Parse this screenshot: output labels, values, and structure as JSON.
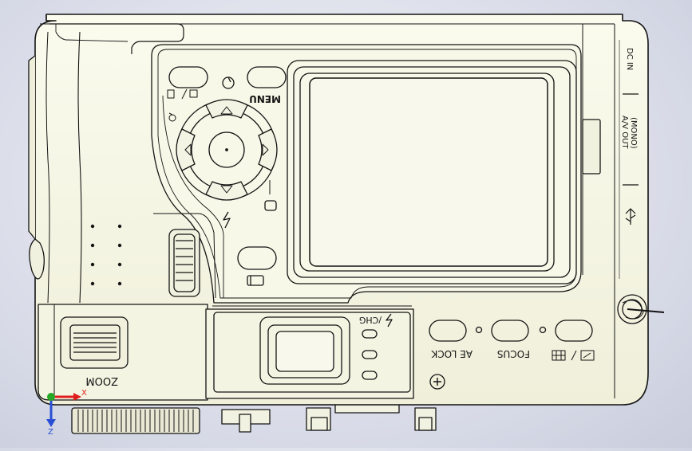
{
  "colors": {
    "body_fill": "#f6f6e4",
    "stroke": "#141414",
    "screen_fill": "#f8f8ec",
    "triad_x": "#e01e1e",
    "triad_y": "#26a826",
    "triad_z": "#2a4fd6"
  },
  "labels": {
    "menu": "MENU",
    "zoom": "ZOOM",
    "ae_lock": "AE LOCK",
    "focus": "FOCUS",
    "chg": "/CHG",
    "av_out_1": "A/V OUT",
    "av_out_2": "(MONO)",
    "dc_in": "DC IN",
    "axis_x": "X",
    "axis_z": "Z"
  },
  "icons": {
    "usb": "usb-icon",
    "flash": "flash-icon",
    "self_timer": "self-timer-icon",
    "playback": "playback-icon",
    "delete": "delete-icon",
    "display": "display-icon",
    "grid": "grid-icon",
    "add": "plus-icon"
  }
}
